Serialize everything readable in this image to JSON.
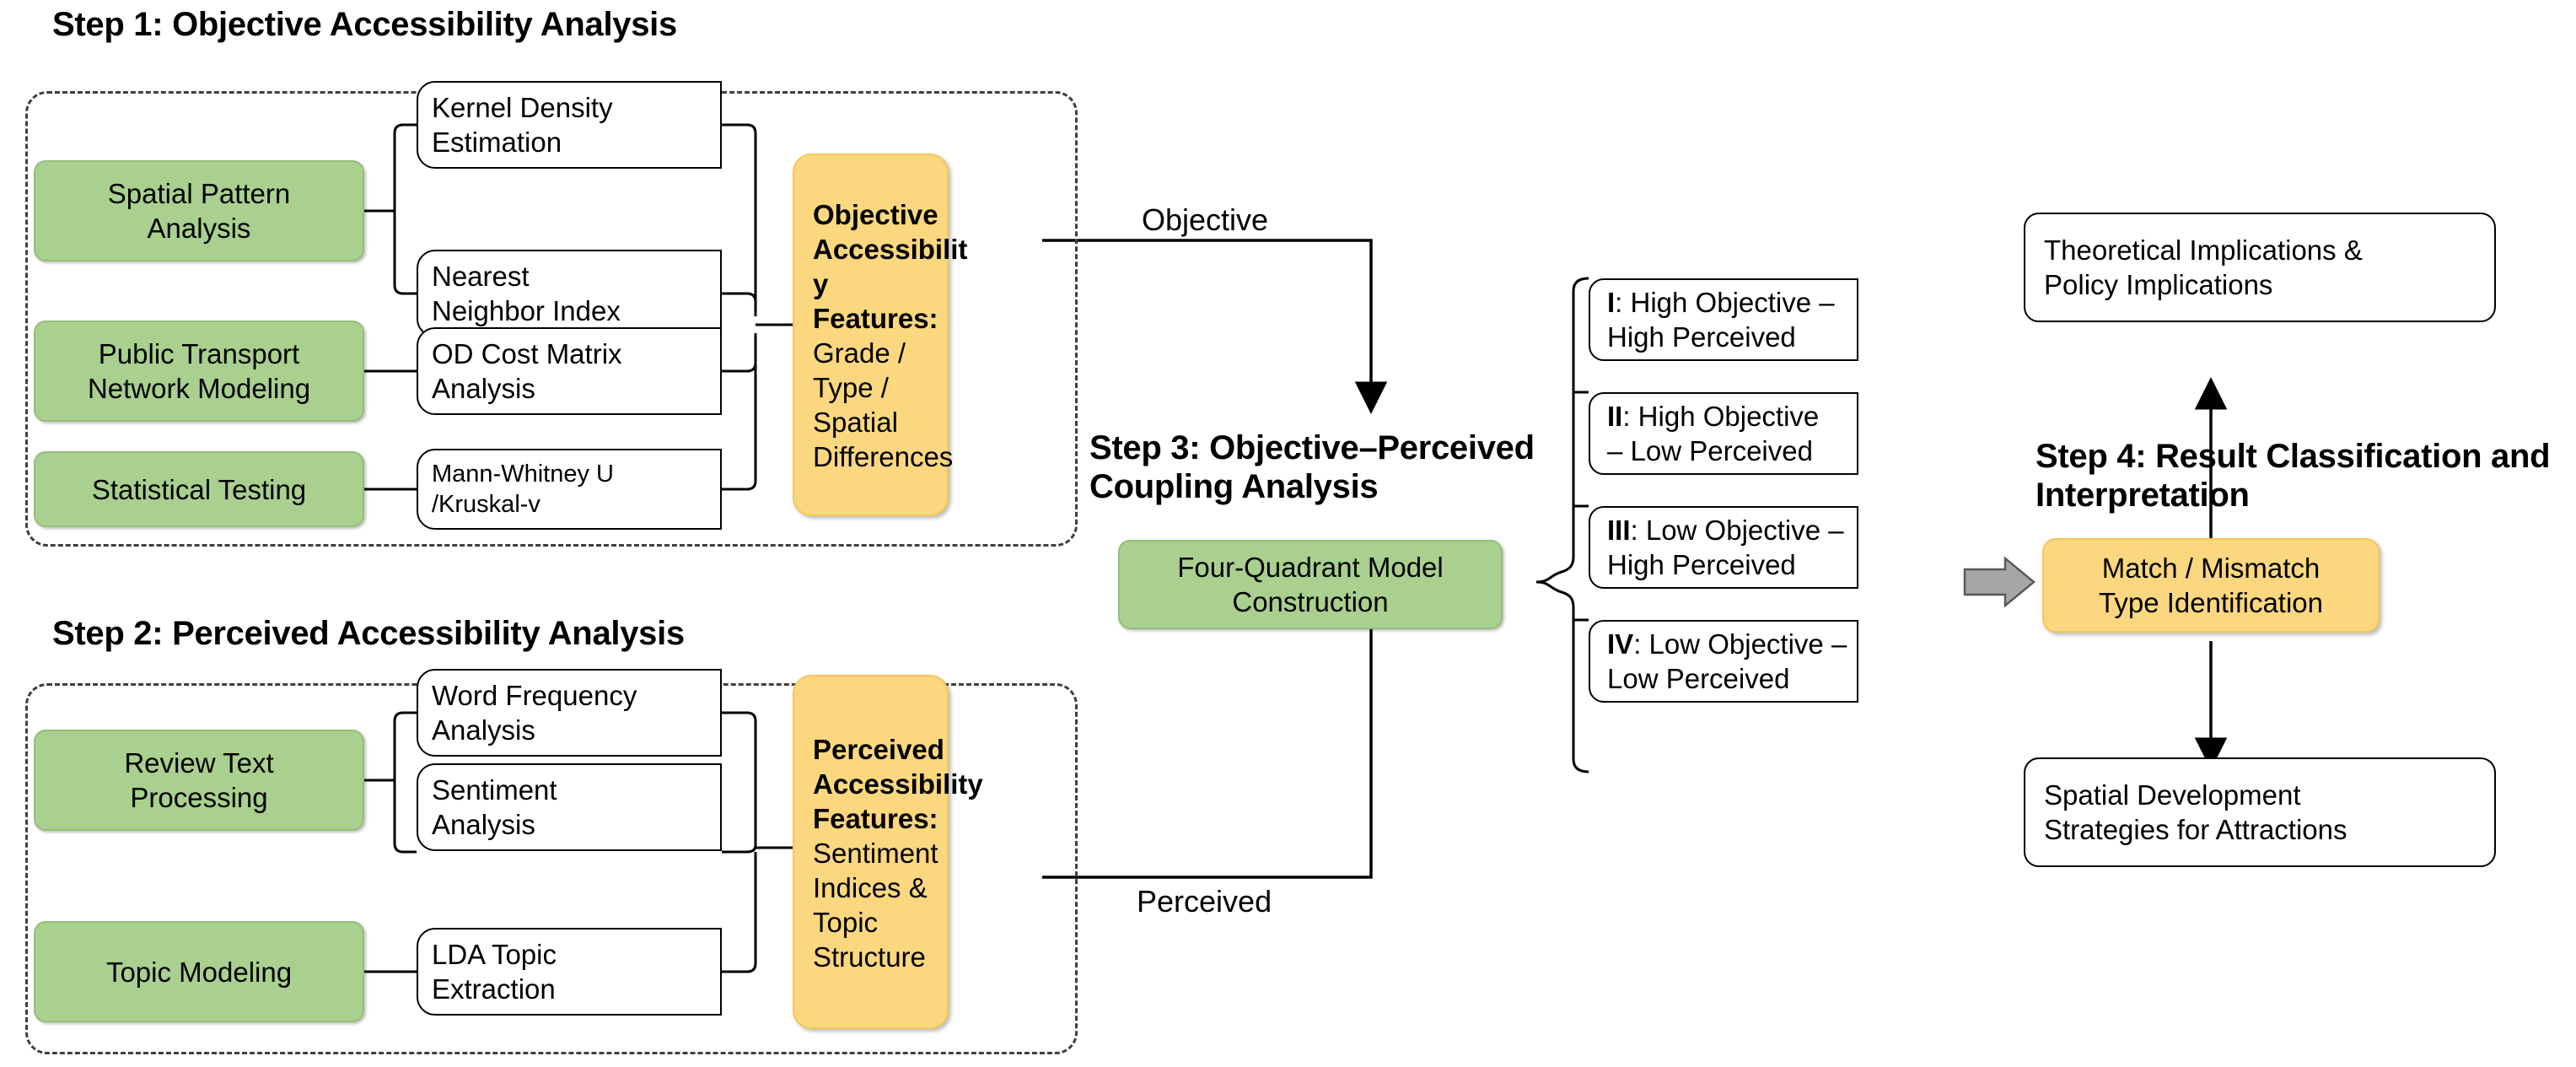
{
  "steps": {
    "step1_title": "Step 1: Objective Accessibility Analysis",
    "step2_title": "Step 2: Perceived Accessibility Analysis",
    "step3_title": "Step 3: Objective–Perceived\nCoupling Analysis",
    "step4_title": "Step 4: Result Classification and\nInterpretation"
  },
  "step1": {
    "methods": [
      {
        "label": "Spatial Pattern\nAnalysis"
      },
      {
        "label": "Public Transport\nNetwork Modeling"
      },
      {
        "label": "Statistical Testing"
      }
    ],
    "techniques": [
      {
        "label": "Kernel Density\nEstimation"
      },
      {
        "label": "Nearest\nNeighbor Index"
      },
      {
        "label": "OD Cost Matrix\nAnalysis"
      },
      {
        "label": "Mann-Whitney U\n/Kruskal-v"
      }
    ],
    "output": {
      "title": "Objective Accessibilit y Features:",
      "body": "Grade / Type / Spatial Differences"
    }
  },
  "step2": {
    "methods": [
      {
        "label": "Review Text\nProcessing"
      },
      {
        "label": "Topic Modeling"
      }
    ],
    "techniques": [
      {
        "label": "Word Frequency\nAnalysis"
      },
      {
        "label": "Sentiment\nAnalysis"
      },
      {
        "label": "LDA Topic\nExtraction"
      }
    ],
    "output": {
      "title": "Perceived Accessibility Features:",
      "body": "Sentiment Indices & Topic Structure"
    }
  },
  "step3": {
    "node": "Four-Quadrant Model\nConstruction"
  },
  "quadrants": [
    {
      "numeral": "I",
      "text": ": High Objective –\nHigh Perceived"
    },
    {
      "numeral": "II",
      "text": ": High Objective\n– Low Perceived"
    },
    {
      "numeral": "III",
      "text": ": Low Objective –\nHigh Perceived"
    },
    {
      "numeral": "IV",
      "text": ": Low Objective –\nLow Perceived"
    }
  ],
  "step4": {
    "implications": "Theoretical Implications &\nPolicy Implications",
    "match": "Match / Mismatch\nType Identification",
    "strategies": "Spatial Development\nStrategies for Attractions"
  },
  "edges": {
    "objective": "Objective",
    "perceived": "Perceived"
  },
  "colors": {
    "green": "#a9d08e",
    "orange": "#fbd77f",
    "arrow_gray": "#a6a6a6",
    "line": "#000000"
  }
}
